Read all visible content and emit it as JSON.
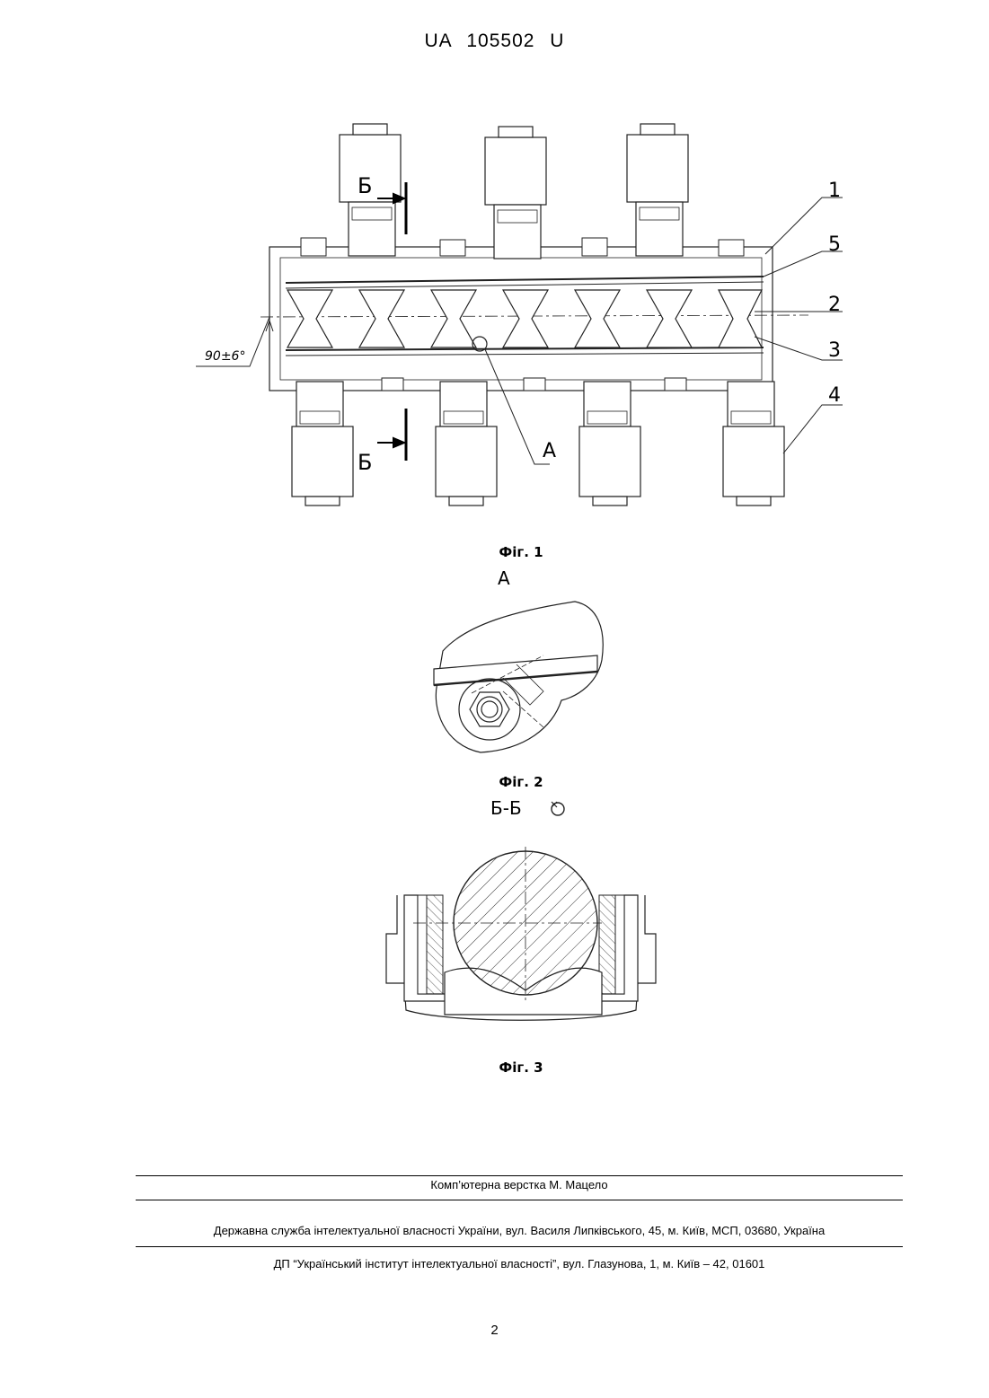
{
  "header": {
    "country": "UA",
    "number": "105502",
    "kind": "U"
  },
  "figures": {
    "fig1": {
      "caption": "Фіг. 1",
      "labels": [
        "1",
        "5",
        "2",
        "3",
        "4"
      ],
      "section_marker": "Б",
      "detail_marker": "А",
      "angle_annotation": "90±6°"
    },
    "fig2": {
      "caption": "Фіг. 2",
      "view_label": "А"
    },
    "fig3": {
      "caption": "Фіг. 3",
      "view_label": "Б-Б"
    }
  },
  "footer": {
    "typesetting": "Комп’ютерна верстка М. Мацело",
    "agency": "Державна служба інтелектуальної власності України, вул. Василя Липківського, 45, м. Київ, МСП, 03680, Україна",
    "institute": "ДП “Український інститут інтелектуальної власності”, вул. Глазунова, 1, м. Київ – 42, 01601"
  },
  "page_number": "2"
}
